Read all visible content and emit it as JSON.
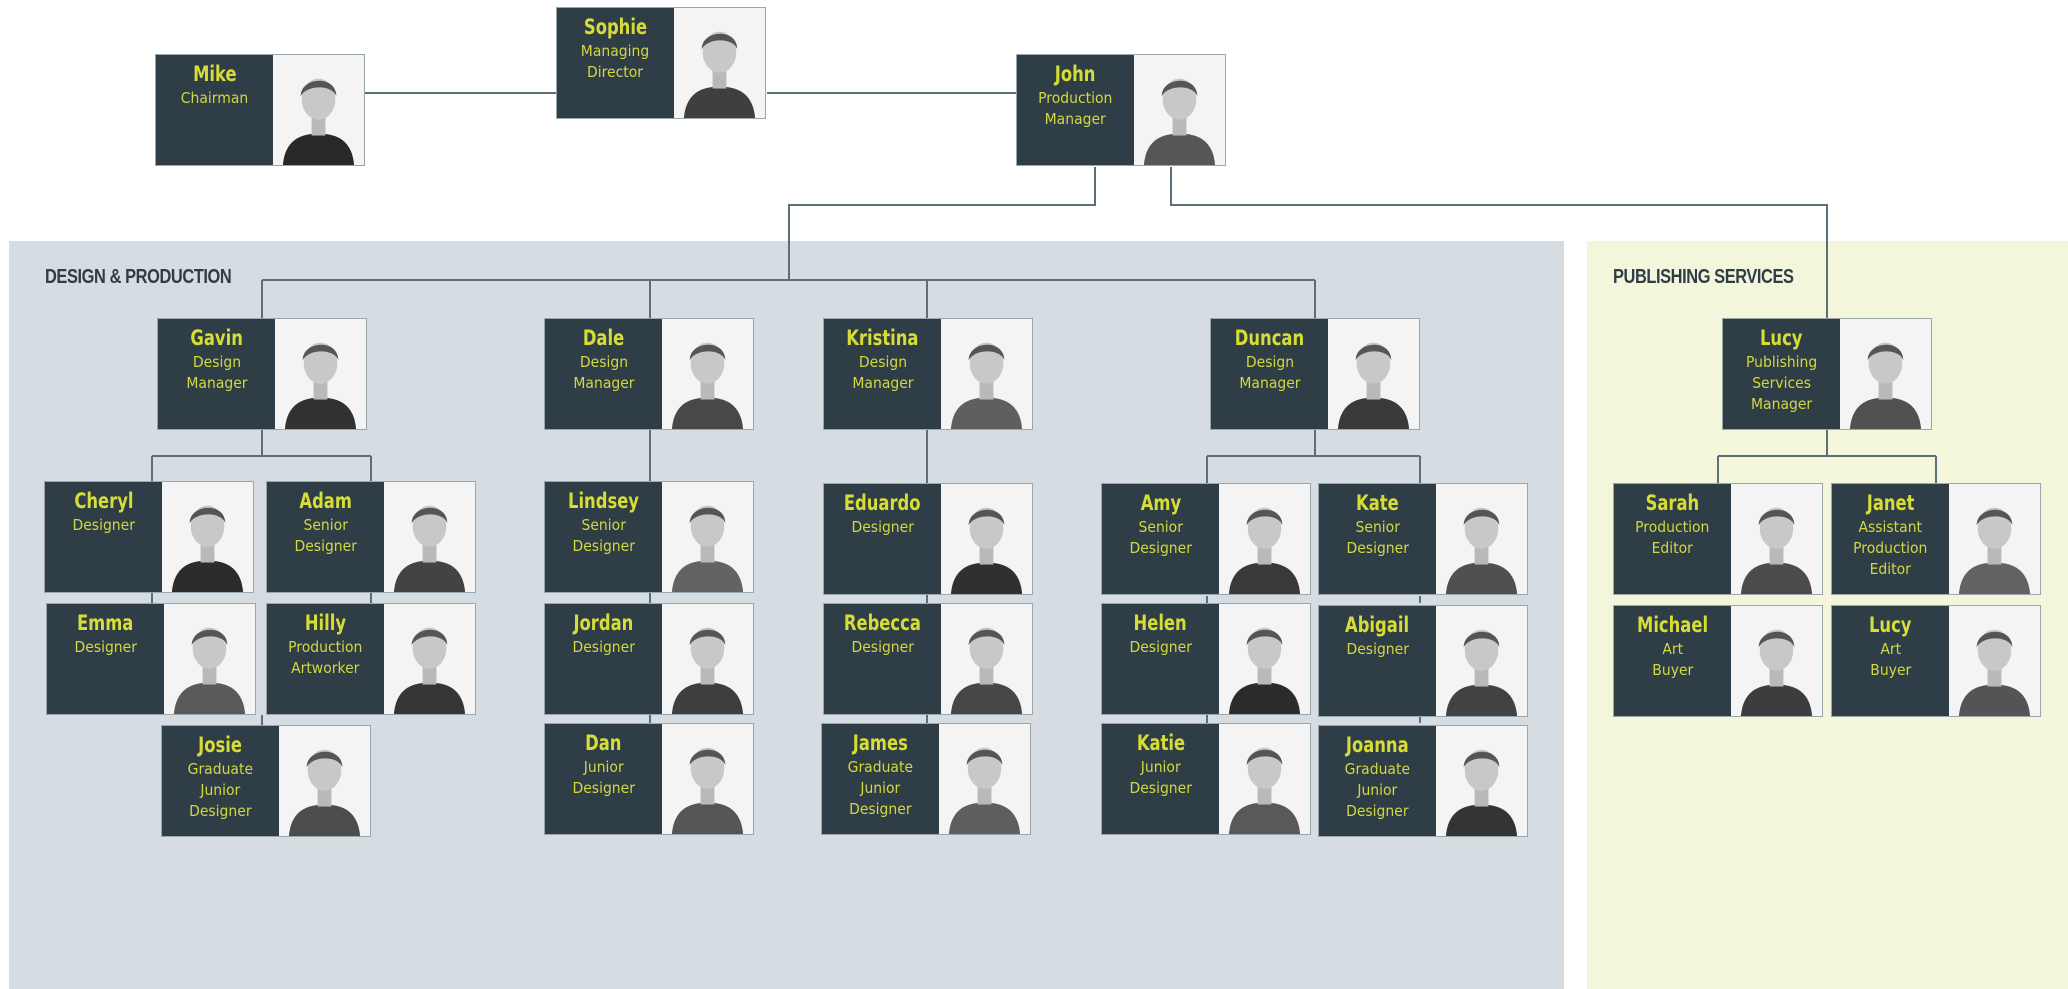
{
  "colors": {
    "card_bg": "#2e3d46",
    "card_text": "#d6dd37",
    "line": "#5e6e78",
    "design_panel_bg": "#d5dce2",
    "publishing_panel_bg": "#f4f6dc",
    "panel_title": "#2e3d46"
  },
  "sections": {
    "design": {
      "title": "DESIGN & PRODUCTION"
    },
    "publishing": {
      "title": "PUBLISHING SERVICES"
    }
  },
  "people": {
    "mike": {
      "name": "Mike",
      "role": [
        "Chairman"
      ],
      "photo_icon": "person-photo-icon"
    },
    "sophie": {
      "name": "Sophie",
      "role": [
        "Managing",
        "Director"
      ],
      "photo_icon": "person-photo-icon"
    },
    "john": {
      "name": "John",
      "role": [
        "Production",
        "Manager"
      ],
      "photo_icon": "person-photo-icon"
    },
    "gavin": {
      "name": "Gavin",
      "role": [
        "Design",
        "Manager"
      ],
      "photo_icon": "person-photo-icon"
    },
    "dale": {
      "name": "Dale",
      "role": [
        "Design",
        "Manager"
      ],
      "photo_icon": "person-photo-icon"
    },
    "kristina": {
      "name": "Kristina",
      "role": [
        "Design",
        "Manager"
      ],
      "photo_icon": "person-photo-icon"
    },
    "duncan": {
      "name": "Duncan",
      "role": [
        "Design",
        "Manager"
      ],
      "photo_icon": "person-photo-icon"
    },
    "lucy_psm": {
      "name": "Lucy",
      "role": [
        "Publishing",
        "Services",
        "Manager"
      ],
      "photo_icon": "person-photo-icon"
    },
    "cheryl": {
      "name": "Cheryl",
      "role": [
        "Designer"
      ],
      "photo_icon": "person-photo-icon"
    },
    "adam": {
      "name": "Adam",
      "role": [
        "Senior",
        "Designer"
      ],
      "photo_icon": "person-photo-icon"
    },
    "emma": {
      "name": "Emma",
      "role": [
        "Designer"
      ],
      "photo_icon": "person-photo-icon"
    },
    "hilly": {
      "name": "Hilly",
      "role": [
        "Production",
        "Artworker"
      ],
      "photo_icon": "person-photo-icon"
    },
    "josie": {
      "name": "Josie",
      "role": [
        "Graduate",
        "Junior",
        "Designer"
      ],
      "photo_icon": "person-photo-icon"
    },
    "lindsey": {
      "name": "Lindsey",
      "role": [
        "Senior",
        "Designer"
      ],
      "photo_icon": "person-photo-icon"
    },
    "jordan": {
      "name": "Jordan",
      "role": [
        "Designer"
      ],
      "photo_icon": "person-photo-icon"
    },
    "dan": {
      "name": "Dan",
      "role": [
        "Junior",
        "Designer"
      ],
      "photo_icon": "person-photo-icon"
    },
    "eduardo": {
      "name": "Eduardo",
      "role": [
        "Designer"
      ],
      "photo_icon": "person-photo-icon"
    },
    "rebecca": {
      "name": "Rebecca",
      "role": [
        "Designer"
      ],
      "photo_icon": "person-photo-icon"
    },
    "james": {
      "name": "James",
      "role": [
        "Graduate",
        "Junior",
        "Designer"
      ],
      "photo_icon": "person-photo-icon"
    },
    "amy": {
      "name": "Amy",
      "role": [
        "Senior",
        "Designer"
      ],
      "photo_icon": "person-photo-icon"
    },
    "kate": {
      "name": "Kate",
      "role": [
        "Senior",
        "Designer"
      ],
      "photo_icon": "person-photo-icon"
    },
    "helen": {
      "name": "Helen",
      "role": [
        "Designer"
      ],
      "photo_icon": "person-photo-icon"
    },
    "abigail": {
      "name": "Abigail",
      "role": [
        "Designer"
      ],
      "photo_icon": "person-photo-icon"
    },
    "katie": {
      "name": "Katie",
      "role": [
        "Junior",
        "Designer"
      ],
      "photo_icon": "person-photo-icon"
    },
    "joanna": {
      "name": "Joanna",
      "role": [
        "Graduate",
        "Junior",
        "Designer"
      ],
      "photo_icon": "person-photo-icon"
    },
    "sarah": {
      "name": "Sarah",
      "role": [
        "Production",
        "Editor"
      ],
      "photo_icon": "person-photo-icon"
    },
    "janet": {
      "name": "Janet",
      "role": [
        "Assistant",
        "Production",
        "Editor"
      ],
      "photo_icon": "person-photo-icon"
    },
    "michael": {
      "name": "Michael",
      "role": [
        "Art",
        "Buyer"
      ],
      "photo_icon": "person-photo-icon"
    },
    "lucy_ab": {
      "name": "Lucy",
      "role": [
        "Art",
        "Buyer"
      ],
      "photo_icon": "person-photo-icon"
    }
  },
  "reporting": [
    [
      "mike",
      "sophie"
    ],
    [
      "sophie",
      "john"
    ],
    [
      "john",
      "gavin"
    ],
    [
      "john",
      "dale"
    ],
    [
      "john",
      "kristina"
    ],
    [
      "john",
      "duncan"
    ],
    [
      "john",
      "lucy_psm"
    ],
    [
      "gavin",
      "cheryl"
    ],
    [
      "gavin",
      "adam"
    ],
    [
      "gavin",
      "emma"
    ],
    [
      "gavin",
      "hilly"
    ],
    [
      "gavin",
      "josie"
    ],
    [
      "dale",
      "lindsey"
    ],
    [
      "dale",
      "jordan"
    ],
    [
      "dale",
      "dan"
    ],
    [
      "kristina",
      "eduardo"
    ],
    [
      "kristina",
      "rebecca"
    ],
    [
      "kristina",
      "james"
    ],
    [
      "duncan",
      "amy"
    ],
    [
      "duncan",
      "kate"
    ],
    [
      "duncan",
      "helen"
    ],
    [
      "duncan",
      "abigail"
    ],
    [
      "duncan",
      "katie"
    ],
    [
      "duncan",
      "joanna"
    ],
    [
      "lucy_psm",
      "sarah"
    ],
    [
      "lucy_psm",
      "janet"
    ],
    [
      "lucy_psm",
      "michael"
    ],
    [
      "lucy_psm",
      "lucy_ab"
    ]
  ]
}
